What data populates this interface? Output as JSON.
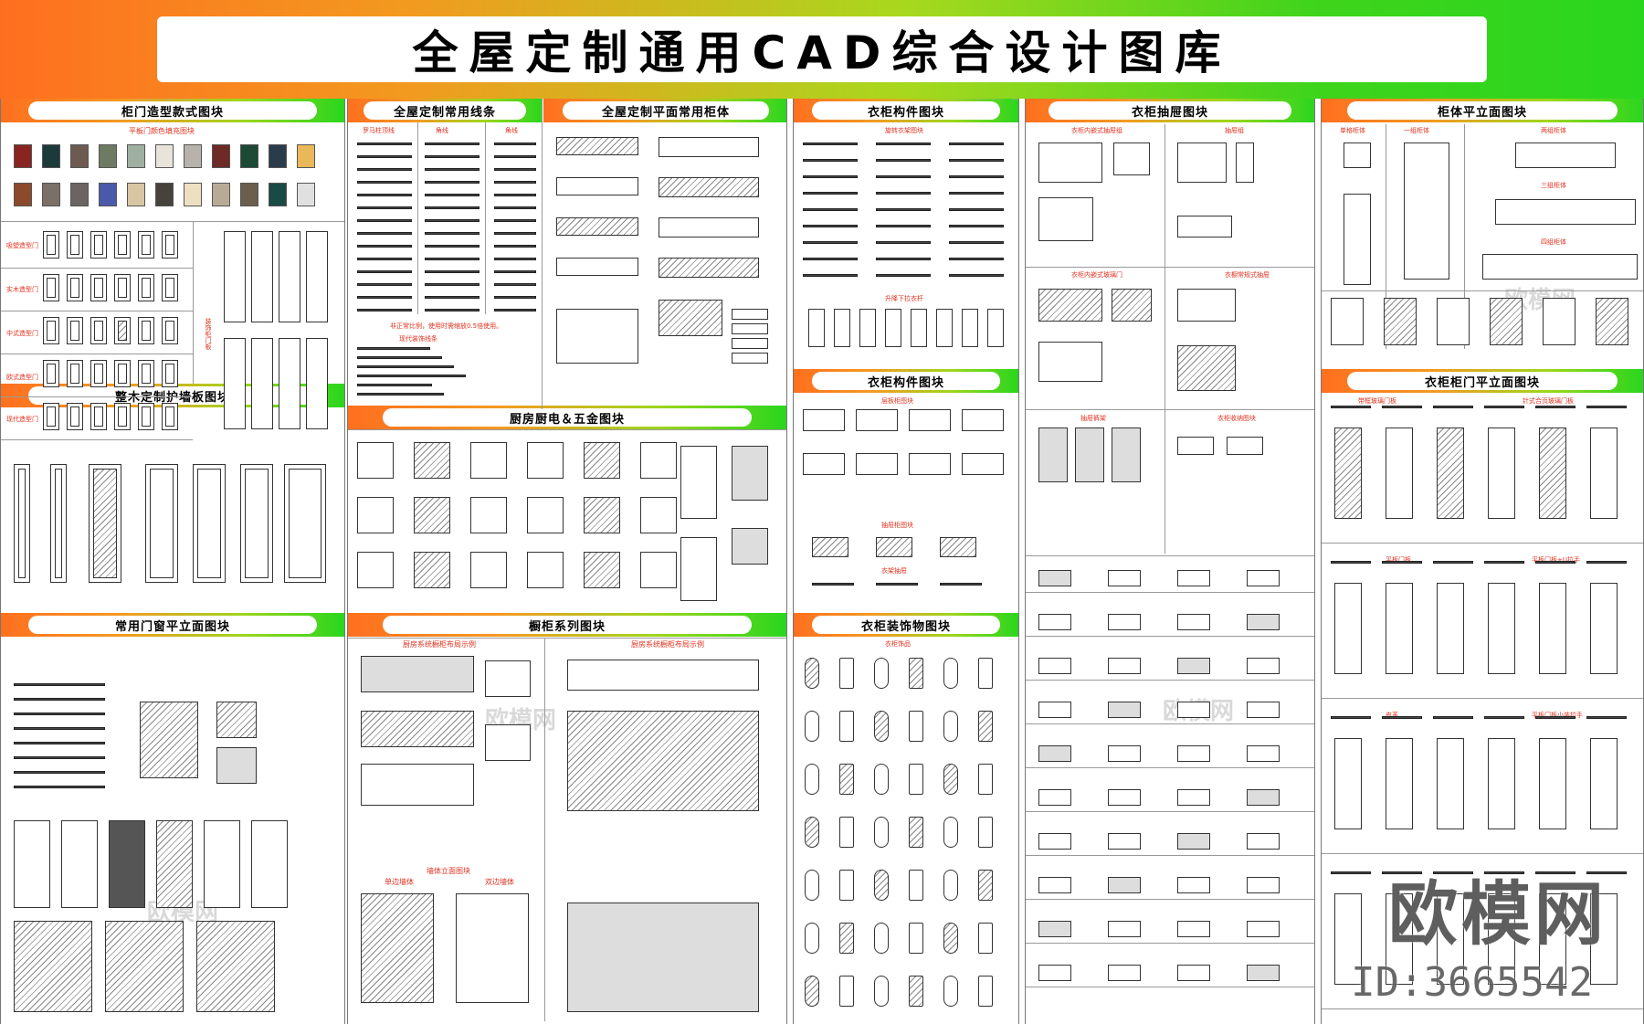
{
  "title": "全屋定制通用CAD综合设计图库",
  "sections": {
    "col1_a": "柜门造型款式图块",
    "col1_b": "整木定制护墙板图块",
    "col1_c": "常用门窗平立面图块",
    "col2_a": "全屋定制常用线条",
    "col2_b": "全屋定制平面常用柜体",
    "col2_c": "厨房厨电＆五金图块",
    "col2_d": "橱柜系列图块",
    "col3_a": "衣柜构件图块",
    "col3_b": "衣柜构件图块",
    "col3_c": "衣柜装饰物图块",
    "col4_a": "衣柜抽屉图块",
    "col5_a": "柜体平立面图块",
    "col5_b": "衣柜柜门平立面图块"
  },
  "sublabels": {
    "swatches_title": "平板门颜色填充图块",
    "door_type_1": "吸塑造型门",
    "door_type_2": "实木造型门",
    "door_type_3": "中式造型门",
    "door_type_4": "欧式造型门",
    "door_type_5": "现代造型门",
    "tall_door": "装饰柜门板",
    "line_1": "罗马柱顶线",
    "line_2": "角线",
    "line_3": "角线",
    "line_note": "非正常比例，使用时需缩放0.5倍使用。",
    "line_note2": "现代装饰线条",
    "drawer_1": "衣柜内嵌式抽屉组",
    "drawer_2": "抽屉组",
    "drawer_3": "衣柜内嵌式玻璃门",
    "drawer_4": "衣橱常规式抽屉",
    "drawer_5": "抽屉裤架",
    "drawer_6": "衣柜收纳图块",
    "cab_1": "单格柜体",
    "cab_2": "一组柜体",
    "cab_3": "两组柜体",
    "cab_4": "三组柜体",
    "cab_5": "四组柜体",
    "kitchen_1": "厨房系统橱柜布局示例",
    "kitchen_2": "厨房系统橱柜布局示例",
    "kitchen_3": "墙体立面图块",
    "kitchen_4": "单边墙体",
    "kitchen_5": "双边墙体",
    "deco_1": "衣柜饰品",
    "comp_1": "旋转衣架图块",
    "comp_2": "升降下拉衣杆",
    "comp_3": "层板柜图块",
    "comp_4": "抽屉柜图块",
    "comp_5": "衣架抽屉",
    "wd_1": "带框玻璃门板",
    "wd_2": "针式合页玻璃门板",
    "wd_3": "平板门板",
    "wd_4": "平板门板+U拉手",
    "wd_5": "皮革",
    "wd_6": "平板门板小装拉手"
  },
  "swatch_colors": [
    "#8a2420",
    "#1d3a3a",
    "#6d5a50",
    "#6f7a62",
    "#9fb0a2",
    "#e8e4dc",
    "#b7b2ab",
    "#6d2a26",
    "#1c4a34",
    "#2a3c4a",
    "#e8b85a",
    "#8c4a2c",
    "#7a7068",
    "#6a6462",
    "#4a5aa8",
    "#d8c6a2",
    "#46423c",
    "#ede0c2",
    "#b8ab96",
    "#6c5e4c",
    "#1a4a44",
    "#e0e0e0"
  ],
  "watermark": "欧模网",
  "logo": "欧模网",
  "logo_id": "ID:3665542"
}
